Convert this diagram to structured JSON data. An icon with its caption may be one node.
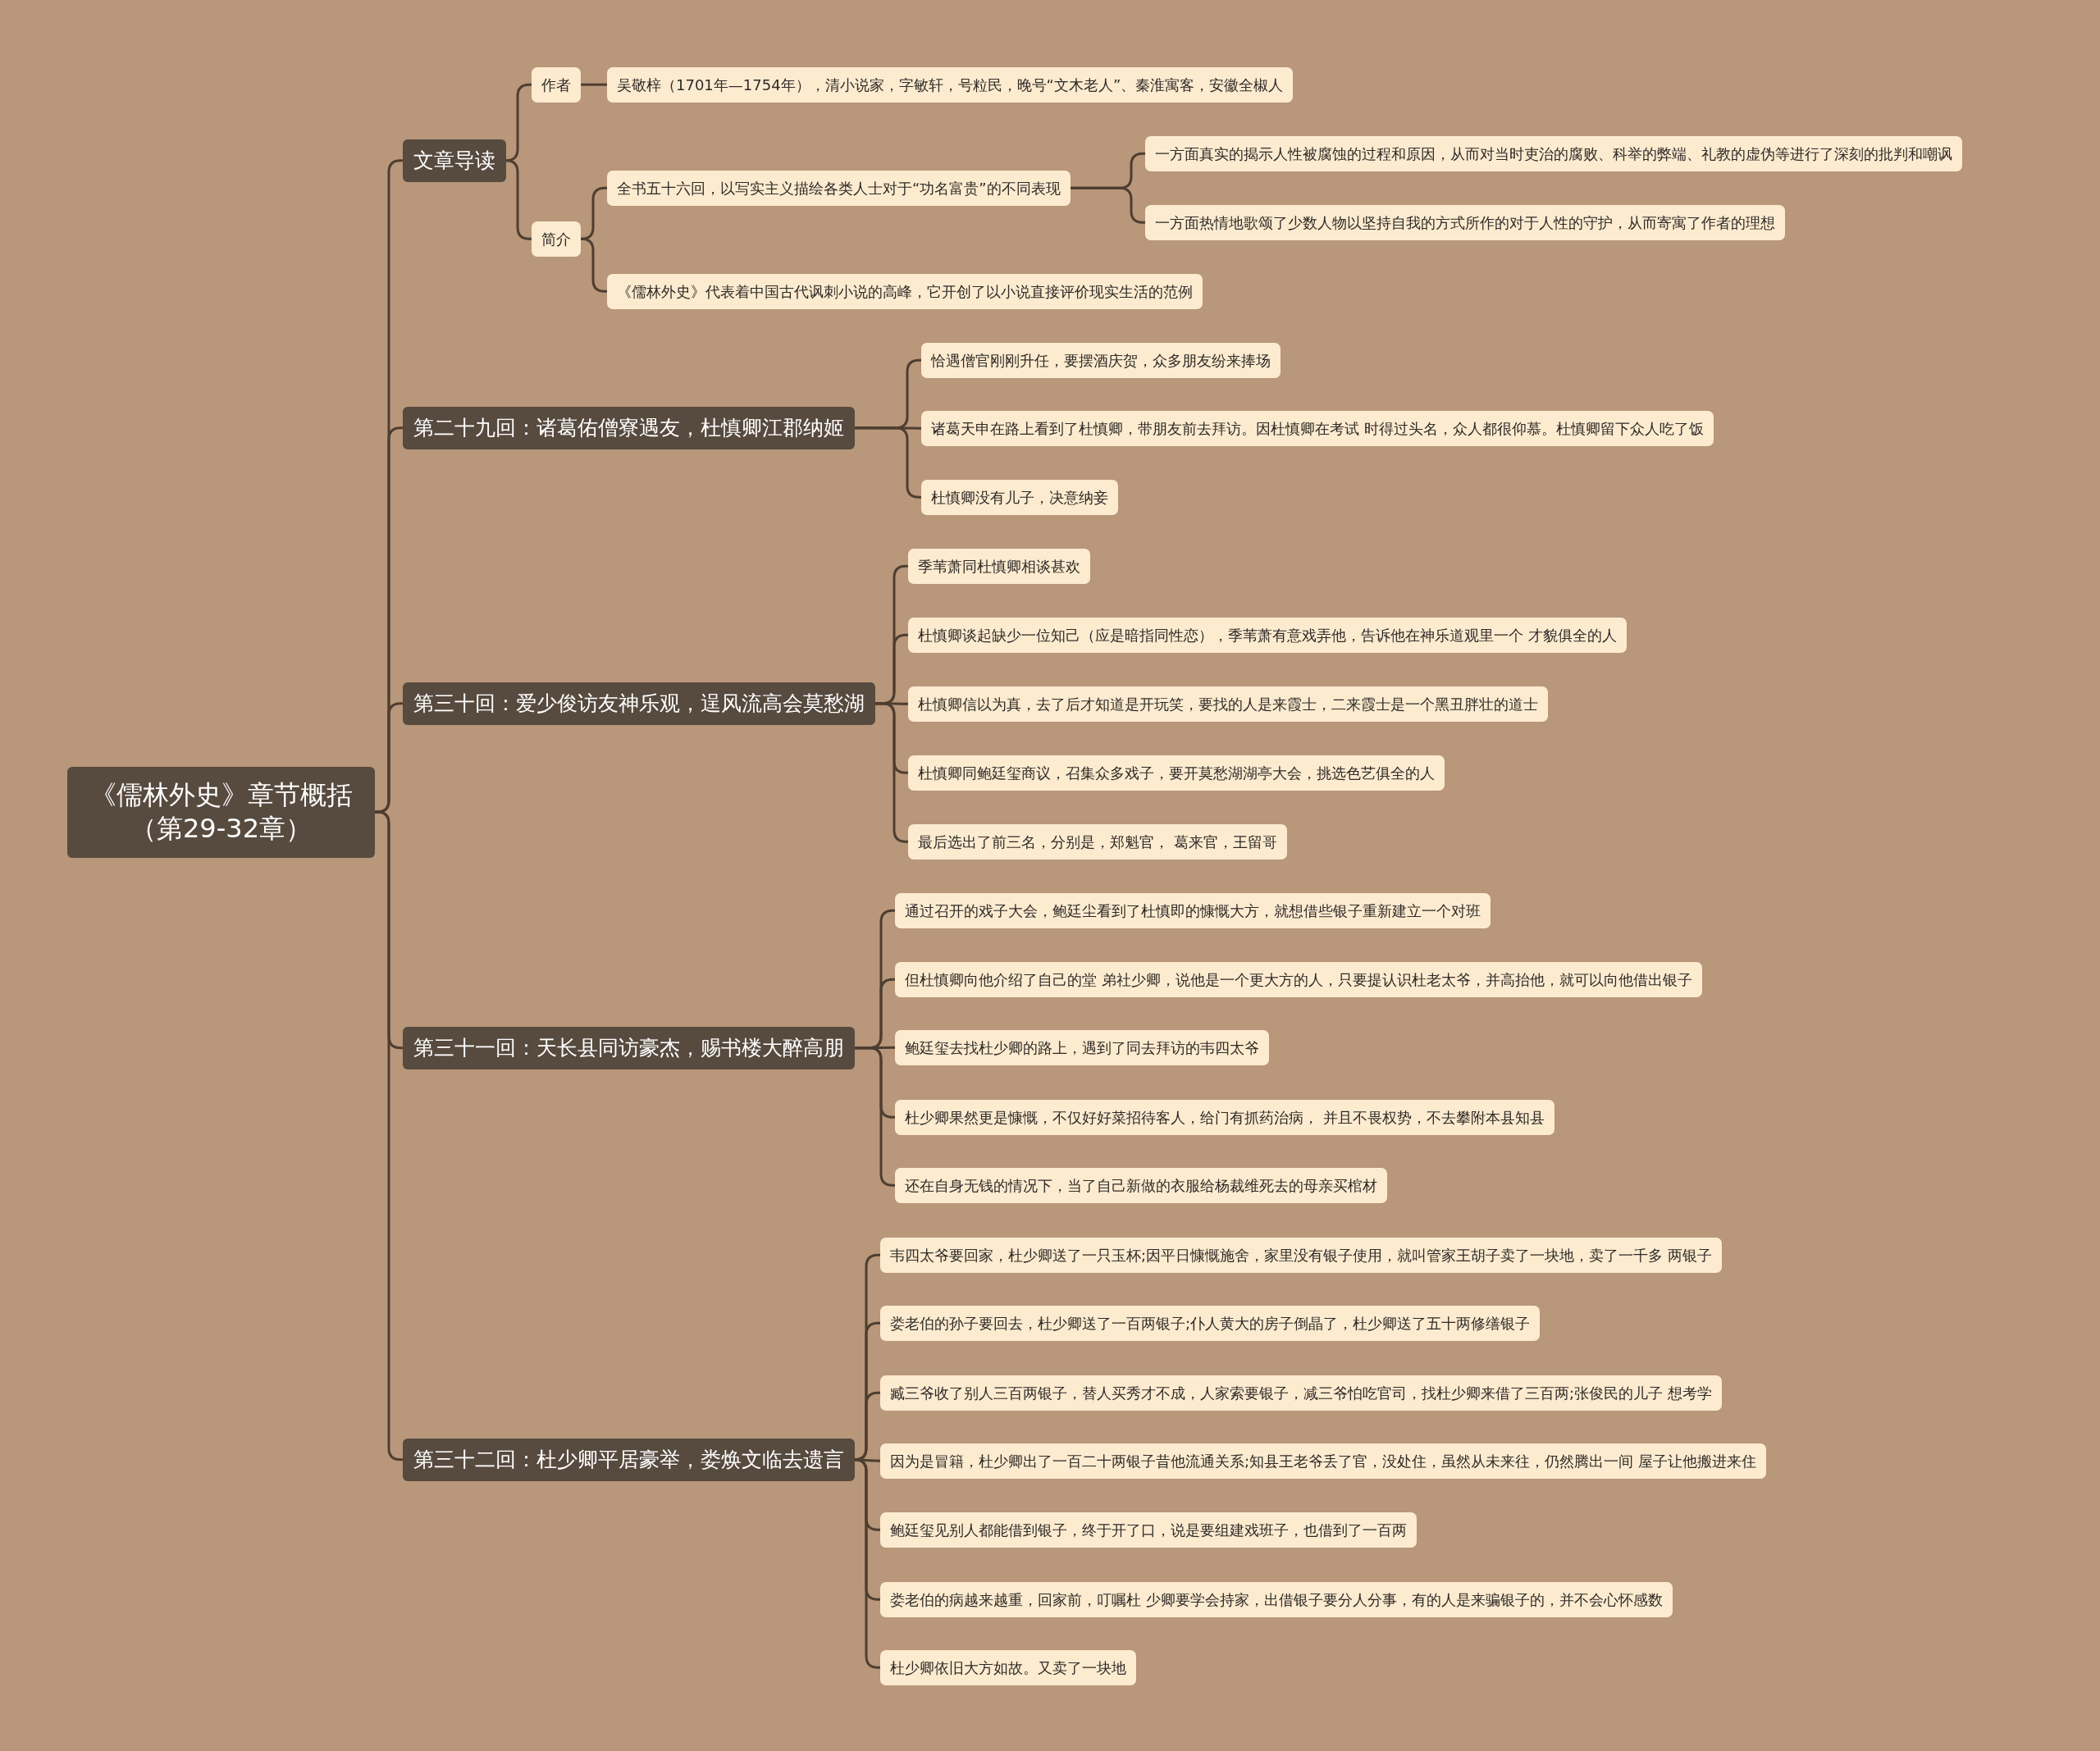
{
  "diagram": {
    "nodes": [
      {
        "text": [
          "《儒林外史》章节概括（第29-32章）"
        ]
      },
      {
        "text": [
          "文章导读"
        ]
      },
      {
        "text": [
          "作者"
        ]
      },
      {
        "text": [
          "吴敬梓（1701年—1754年），清小说家，字敏轩，号粒民，晚号“文木老人”、秦淮寓客，安徽全椒人"
        ]
      },
      {
        "text": [
          "简介"
        ]
      },
      {
        "text": [
          "全书五十六回，以写实主义描绘各类人士对于“功名富贵”的不同表现"
        ]
      },
      {
        "text": [
          "一方面真实的揭示人性被腐蚀的过程和原因，从而对当时吏治的腐败、科举的弊端、礼教的虚伪等进行了深刻的批判和嘲讽"
        ]
      },
      {
        "text": [
          "一方面热情地歌颂了少数人物以坚持自我的方式所作的对于人性的守护，从而寄寓了作者的理想"
        ]
      },
      {
        "text": [
          "《儒林外史》代表着中国古代讽刺小说的高峰，它开创了以小说直接评价现实生活的范例"
        ]
      },
      {
        "text": [
          "第二十九回：诸葛佑僧寮遇友，杜慎卿江郡纳姬"
        ]
      },
      {
        "text": [
          "恰遇僧官刚刚升任，要摆酒庆贺，众多朋友纷来捧场"
        ]
      },
      {
        "text": [
          "诸葛天申在路上看到了杜慎卿，带朋友前去拜访。因杜慎卿在考试 时得过头名，众人都很仰慕。杜慎卿留下众人吃了饭"
        ]
      },
      {
        "text": [
          "杜慎卿没有儿子，决意纳妾"
        ]
      },
      {
        "text": [
          "第三十回：爱少俊访友神乐观，逞风流高会莫愁湖"
        ]
      },
      {
        "text": [
          "季苇萧同杜慎卿相谈甚欢"
        ]
      },
      {
        "text": [
          "杜慎卿谈起缺少一位知己（应是暗指同性恋），季苇萧有意戏弄他，告诉他在神乐道观里一个 才貌俱全的人"
        ]
      },
      {
        "text": [
          "杜慎卿信以为真，去了后才知道是开玩笑，要找的人是来霞士，二来霞士是一个黑丑胖壮的道士"
        ]
      },
      {
        "text": [
          "杜慎卿同鲍廷玺商议，召集众多戏子，要开莫愁湖湖亭大会，挑选色艺俱全的人"
        ]
      },
      {
        "text": [
          "最后选出了前三名，分别是，郑魁官， 葛来官，王留哥"
        ]
      },
      {
        "text": [
          "第三十一回：天长县同访豪杰，赐书楼大醉高朋"
        ]
      },
      {
        "text": [
          "通过召开的戏子大会，鲍廷尘看到了杜慎即的慷慨大方，就想借些银子重新建立一个对班"
        ]
      },
      {
        "text": [
          "但杜慎卿向他介绍了自己的堂 弟社少卿，说他是一个更大方的人，只要提认识杜老太爷，并高抬他，就可以向他借出银子"
        ]
      },
      {
        "text": [
          "鲍廷玺去找杜少卿的路上，遇到了同去拜访的韦四太爷"
        ]
      },
      {
        "text": [
          "杜少卿果然更是慷慨，不仅好好菜招待客人，给门有抓药治病， 并且不畏权势，不去攀附本县知县"
        ]
      },
      {
        "text": [
          "还在自身无钱的情况下，当了自己新做的衣服给杨裁维死去的母亲买棺材"
        ]
      },
      {
        "text": [
          "第三十二回：杜少卿平居豪举，娄焕文临去遗言"
        ]
      },
      {
        "text": [
          "韦四太爷要回家，杜少卿送了一只玉杯;因平日慷慨施舍，家里没有银子使用，就叫管家王胡子卖了一块地，卖了一千多 两银子"
        ]
      },
      {
        "text": [
          "娄老伯的孙子要回去，杜少卿送了一百两银子;仆人黄大的房子倒晶了，杜少卿送了五十两修缮银子"
        ]
      },
      {
        "text": [
          "臧三爷收了别人三百两银子，替人买秀才不成，人家索要银子，减三爷怕吃官司，找杜少卿来借了三百两;张俊民的儿子 想考学"
        ]
      },
      {
        "text": [
          "因为是冒籍，杜少卿出了一百二十两银子昔他流通关系;知县王老爷丢了官，没处住，虽然从未来往，仍然腾出一间 屋子让他搬进来住"
        ]
      },
      {
        "text": [
          "鲍廷玺见别人都能借到银子，终于开了口，说是要组建戏班子，也借到了一百两"
        ]
      },
      {
        "text": [
          "娄老伯的病越来越重，回家前，叮嘱杜 少卿要学会持家，出借银子要分人分事，有的人是来骗银子的，并不会心怀感数"
        ]
      },
      {
        "text": [
          "杜少卿依旧大方如故。又卖了一块地"
        ]
      }
    ],
    "edges": [
      {
        "from": 0,
        "to": 1,
        "arrow": "none"
      },
      {
        "from": 0,
        "to": 9,
        "arrow": "none"
      },
      {
        "from": 0,
        "to": 13,
        "arrow": "none"
      },
      {
        "from": 0,
        "to": 19,
        "arrow": "none"
      },
      {
        "from": 0,
        "to": 25,
        "arrow": "none"
      },
      {
        "from": 1,
        "to": 2,
        "arrow": "none"
      },
      {
        "from": 1,
        "to": 4,
        "arrow": "none"
      },
      {
        "from": 2,
        "to": 3,
        "arrow": "none"
      },
      {
        "from": 4,
        "to": 5,
        "arrow": "none"
      },
      {
        "from": 4,
        "to": 8,
        "arrow": "none"
      },
      {
        "from": 5,
        "to": 6,
        "arrow": "none"
      },
      {
        "from": 5,
        "to": 7,
        "arrow": "none"
      },
      {
        "from": 9,
        "to": 10,
        "arrow": "none"
      },
      {
        "from": 9,
        "to": 11,
        "arrow": "none"
      },
      {
        "from": 9,
        "to": 12,
        "arrow": "none"
      },
      {
        "from": 13,
        "to": 14,
        "arrow": "none"
      },
      {
        "from": 13,
        "to": 15,
        "arrow": "none"
      },
      {
        "from": 13,
        "to": 16,
        "arrow": "none"
      },
      {
        "from": 13,
        "to": 17,
        "arrow": "none"
      },
      {
        "from": 13,
        "to": 18,
        "arrow": "none"
      },
      {
        "from": 19,
        "to": 20,
        "arrow": "none"
      },
      {
        "from": 19,
        "to": 21,
        "arrow": "none"
      },
      {
        "from": 19,
        "to": 22,
        "arrow": "none"
      },
      {
        "from": 19,
        "to": 23,
        "arrow": "none"
      },
      {
        "from": 19,
        "to": 24,
        "arrow": "none"
      },
      {
        "from": 25,
        "to": 26,
        "arrow": "none"
      },
      {
        "from": 25,
        "to": 27,
        "arrow": "none"
      },
      {
        "from": 25,
        "to": 28,
        "arrow": "none"
      },
      {
        "from": 25,
        "to": 29,
        "arrow": "none"
      },
      {
        "from": 25,
        "to": 30,
        "arrow": "none"
      },
      {
        "from": 25,
        "to": 31,
        "arrow": "none"
      },
      {
        "from": 25,
        "to": 32,
        "arrow": "none"
      }
    ]
  }
}
